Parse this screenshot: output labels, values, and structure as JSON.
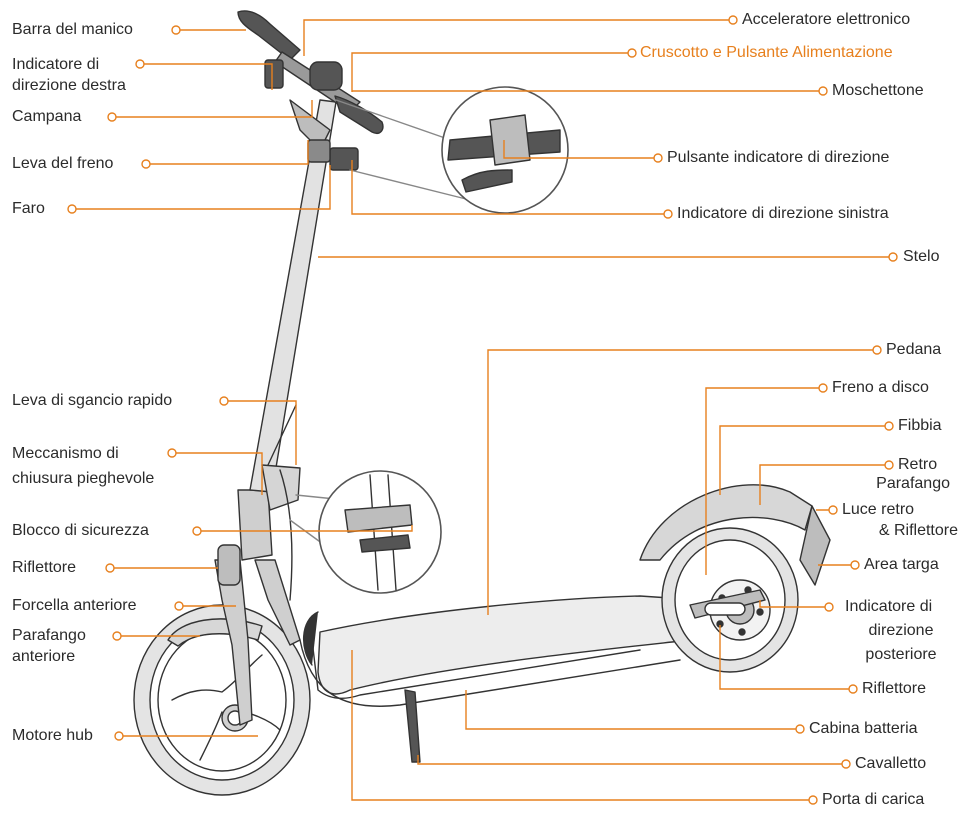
{
  "accent_color": "#e7801e",
  "text_color": "#2b2b2b",
  "line_color": "#333333",
  "labels_left": {
    "barra_del_manico": "Barra del manico",
    "indicatore_direzione_destra": [
      "Indicatore di",
      "direzione destra"
    ],
    "campana": "Campana",
    "leva_del_freno": "Leva del freno",
    "faro": "Faro",
    "leva_di_sgancio_rapido": "Leva di sgancio rapido",
    "meccanismo_chiusura": [
      "Meccanismo di",
      "chiusura pieghevole"
    ],
    "blocco_di_sicurezza": "Blocco di sicurezza",
    "riflettore": "Riflettore",
    "forcella_anteriore": "Forcella anteriore",
    "parafango_anteriore": [
      "Parafango",
      "anteriore"
    ],
    "motore_hub": "Motore hub"
  },
  "labels_right": {
    "acceleratore_elettronico": "Acceleratore elettronico",
    "cruscotto": "Cruscotto e Pulsante Alimentazione",
    "moschettone": "Moschettone",
    "pulsante_indicatore": "Pulsante indicatore di direzione",
    "indicatore_direzione_sinistra": "Indicatore di direzione sinistra",
    "stelo": "Stelo",
    "pedana": "Pedana",
    "freno_a_disco": "Freno a disco",
    "fibbia": "Fibbia",
    "retro_parafango": [
      "Retro",
      "Parafango"
    ],
    "luce_retro": [
      "Luce retro",
      "& Riflettore"
    ],
    "area_targa": "Area targa",
    "indicatore_posteriore": [
      "Indicatore di",
      "direzione",
      "posteriore"
    ],
    "riflettore_posteriore": "Riflettore",
    "cabina_batteria": "Cabina batteria",
    "cavalletto": "Cavalletto",
    "porta_di_carica": "Porta di carica"
  }
}
